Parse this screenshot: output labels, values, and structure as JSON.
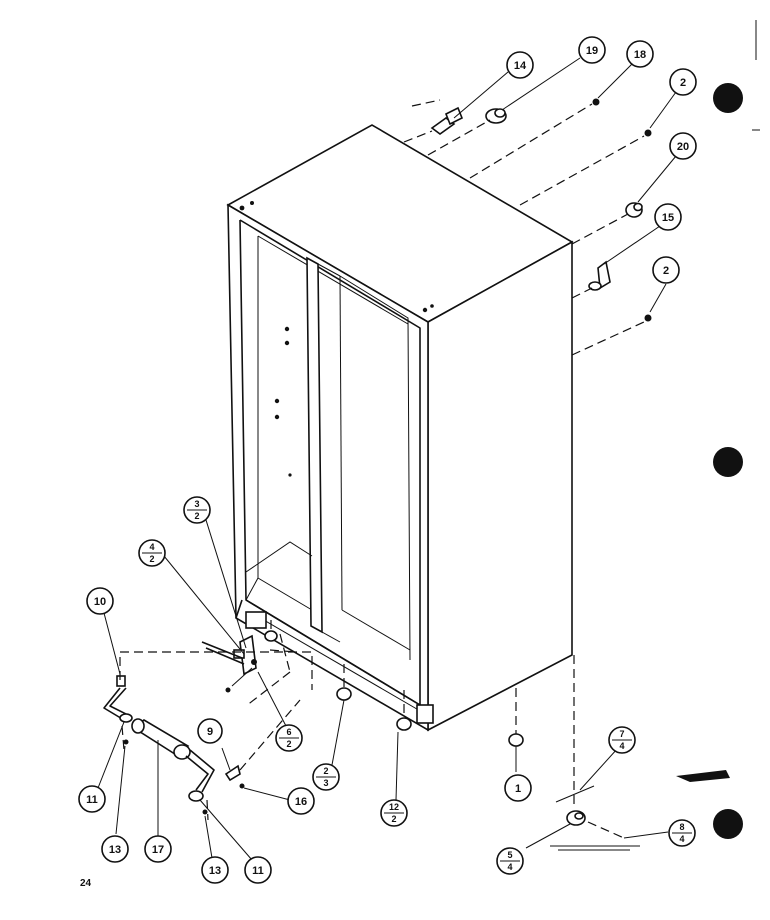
{
  "page_number": "24",
  "callouts": [
    {
      "id": "c14",
      "label": "14"
    },
    {
      "id": "c19",
      "label": "19"
    },
    {
      "id": "c18",
      "label": "18"
    },
    {
      "id": "c2a",
      "label": "2"
    },
    {
      "id": "c20",
      "label": "20"
    },
    {
      "id": "c15",
      "label": "15"
    },
    {
      "id": "c2b",
      "label": "2"
    },
    {
      "id": "c10",
      "label": "10"
    },
    {
      "id": "c9",
      "label": "9"
    },
    {
      "id": "c16",
      "label": "16"
    },
    {
      "id": "c1",
      "label": "1"
    },
    {
      "id": "c11a",
      "label": "11"
    },
    {
      "id": "c13a",
      "label": "13"
    },
    {
      "id": "c17",
      "label": "17"
    },
    {
      "id": "c13b",
      "label": "13"
    },
    {
      "id": "c11b",
      "label": "11"
    }
  ],
  "fraction_callouts": [
    {
      "id": "f3-2",
      "top": "3",
      "bottom": "2"
    },
    {
      "id": "f4-2",
      "top": "4",
      "bottom": "2"
    },
    {
      "id": "f6-2",
      "top": "6",
      "bottom": "2"
    },
    {
      "id": "f2-3",
      "top": "2",
      "bottom": "3"
    },
    {
      "id": "f12-2",
      "top": "12",
      "bottom": "2"
    },
    {
      "id": "f7-4",
      "top": "7",
      "bottom": "4"
    },
    {
      "id": "f5-4",
      "top": "5",
      "bottom": "4"
    },
    {
      "id": "f8-4",
      "top": "8",
      "bottom": "4"
    }
  ]
}
